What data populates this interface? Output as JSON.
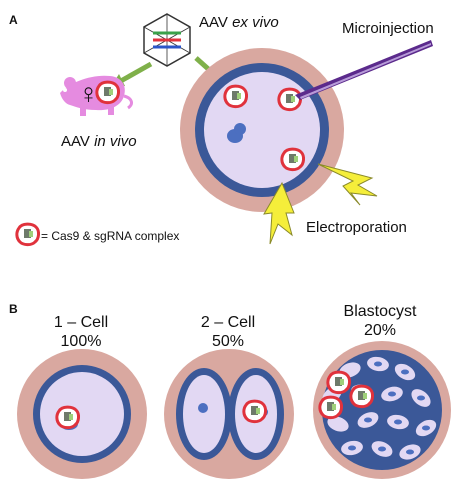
{
  "panels": {
    "a": "A",
    "b": "B"
  },
  "top": {
    "aav_prefix": "AAV ",
    "aav_ex_vivo_suffix": "ex vivo",
    "aav_in_vivo_suffix": "in vivo",
    "microinjection": "Microinjection",
    "electroporation": "Electroporation",
    "female_symbol": "♀",
    "legend": "= Cas9 & sgRNA complex"
  },
  "stages": [
    {
      "name": "1 – Cell",
      "percent": "100%"
    },
    {
      "name": "2 – Cell",
      "percent": "50%"
    },
    {
      "name": "Blastocyst",
      "percent": "20%"
    }
  ],
  "colors": {
    "zona": "#d9a8a0",
    "membrane": "#3b5898",
    "cytoplasm": "#e2d8f3",
    "complex_outline": "#e0323c",
    "arrow_green": "#7fb04a",
    "needle": "#5b2a8c",
    "lightning": "#f5ee3a",
    "mouse_pink": "#e58be0",
    "nucleus": "#4c6fc0"
  }
}
